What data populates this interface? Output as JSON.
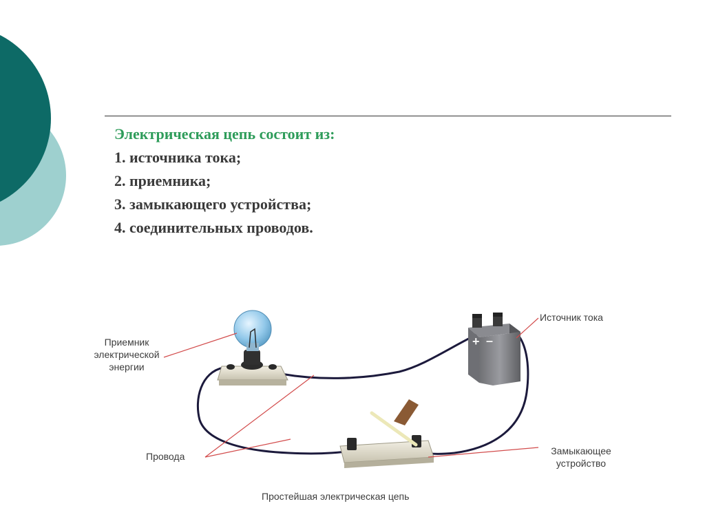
{
  "slide": {
    "heading": "Электрическая цепь состоит из:",
    "items": [
      "1. источника тока;",
      "2. приемника;",
      "3. замыкающего устройства;",
      "4. соединительных проводов."
    ]
  },
  "diagram": {
    "labels": {
      "receiver_line1": "Приемник",
      "receiver_line2": "электрической",
      "receiver_line3": "энергии",
      "wires": "Провода",
      "source": "Источник тока",
      "switch_line1": "Замыкающее",
      "switch_line2": "устройство"
    },
    "battery_plus": "+",
    "battery_minus": "–",
    "caption": "Простейшая электрическая цепь"
  },
  "colors": {
    "teal_dark": "#0d6a66",
    "teal_light": "#9ed0cf",
    "heading_green": "#2e9c5a",
    "text_gray": "#3a3a3a",
    "wire": "#1c1a3c",
    "pointer_red": "#d24b4b"
  }
}
